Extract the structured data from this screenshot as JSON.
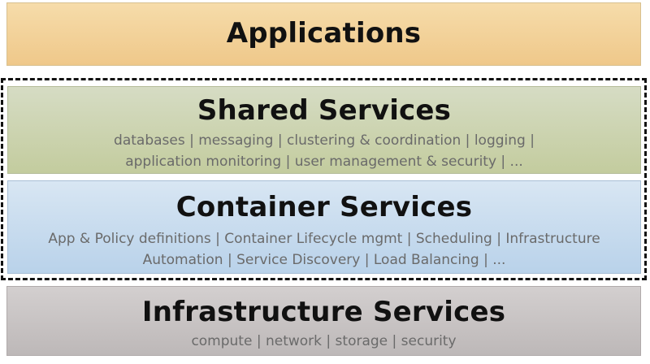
{
  "layers": {
    "applications": {
      "title": "Applications",
      "color": "#f1cd8f"
    },
    "shared": {
      "title": "Shared Services",
      "line1": "databases | messaging | clustering & coordination | logging |",
      "line2": "application monitoring | user management & security | ...",
      "color": "#cbd2ae"
    },
    "container": {
      "title": "Container Services",
      "line1": "App & Policy definitions | Container Lifecycle mgmt | Scheduling | Infrastructure",
      "line2": "Automation | Service Discovery | Load Balancing | ...",
      "color": "#c6dbee"
    },
    "infra": {
      "title": "Infrastructure Services",
      "line1": "compute | network | storage | security",
      "color": "#c7c2c2"
    }
  },
  "group_border": {
    "style": "dashed",
    "color": "#111111"
  }
}
